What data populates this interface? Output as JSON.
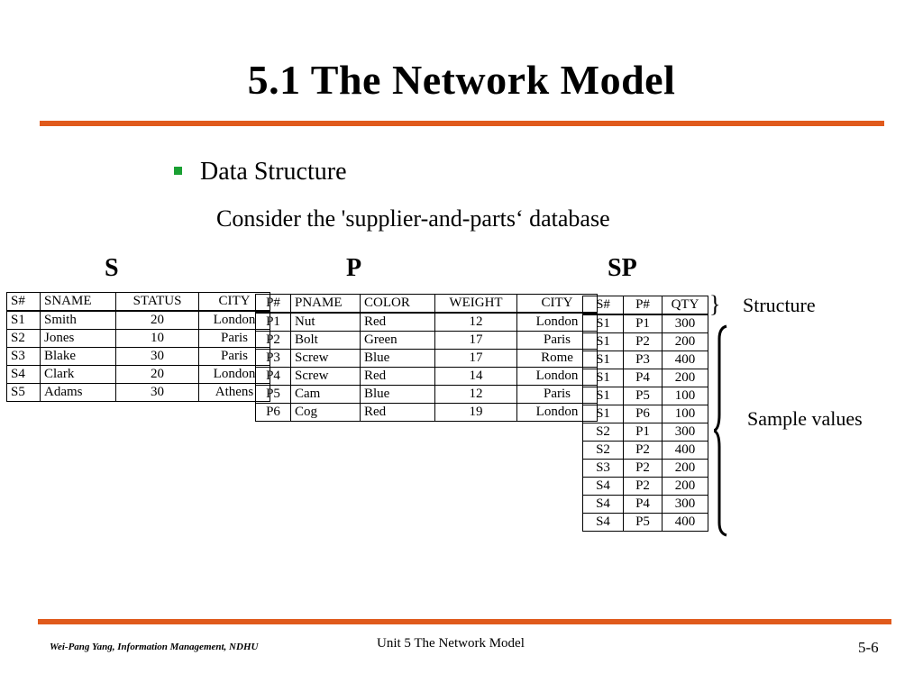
{
  "slide": {
    "title": "5.1 The Network Model",
    "bullet": "Data Structure",
    "subtext": "Consider the 'supplier-and-parts‘ database",
    "colors": {
      "accent_rule": "#e05a1c",
      "bullet": "#1aa033"
    }
  },
  "S": {
    "name": "S",
    "headers": [
      "S#",
      "SNAME",
      "STATUS",
      "CITY"
    ],
    "rows": [
      [
        "S1",
        "Smith",
        "20",
        "London"
      ],
      [
        "S2",
        "Jones",
        "10",
        "Paris"
      ],
      [
        "S3",
        "Blake",
        "30",
        "Paris"
      ],
      [
        "S4",
        "Clark",
        "20",
        "London"
      ],
      [
        "S5",
        "Adams",
        "30",
        "Athens"
      ]
    ]
  },
  "P": {
    "name": "P",
    "headers": [
      "P#",
      "PNAME",
      "COLOR",
      "WEIGHT",
      "CITY"
    ],
    "rows": [
      [
        "P1",
        "Nut",
        "Red",
        "12",
        "London"
      ],
      [
        "P2",
        "Bolt",
        "Green",
        "17",
        "Paris"
      ],
      [
        "P3",
        "Screw",
        "Blue",
        "17",
        "Rome"
      ],
      [
        "P4",
        "Screw",
        "Red",
        "14",
        "London"
      ],
      [
        "P5",
        "Cam",
        "Blue",
        "12",
        "Paris"
      ],
      [
        "P6",
        "Cog",
        "Red",
        "19",
        "London"
      ]
    ]
  },
  "SP": {
    "name": "SP",
    "headers": [
      "S#",
      "P#",
      "QTY"
    ],
    "rows": [
      [
        "S1",
        "P1",
        "300"
      ],
      [
        "S1",
        "P2",
        "200"
      ],
      [
        "S1",
        "P3",
        "400"
      ],
      [
        "S1",
        "P4",
        "200"
      ],
      [
        "S1",
        "P5",
        "100"
      ],
      [
        "S1",
        "P6",
        "100"
      ],
      [
        "S2",
        "P1",
        "300"
      ],
      [
        "S2",
        "P2",
        "400"
      ],
      [
        "S3",
        "P2",
        "200"
      ],
      [
        "S4",
        "P2",
        "200"
      ],
      [
        "S4",
        "P4",
        "300"
      ],
      [
        "S4",
        "P5",
        "400"
      ]
    ]
  },
  "annotations": {
    "structure_brace": "}",
    "structure": "Structure",
    "sample_values": "Sample values"
  },
  "footer": {
    "author": "Wei-Pang Yang, Information Management, NDHU",
    "unit": "Unit 5  The Network Model",
    "page": "5-6"
  }
}
